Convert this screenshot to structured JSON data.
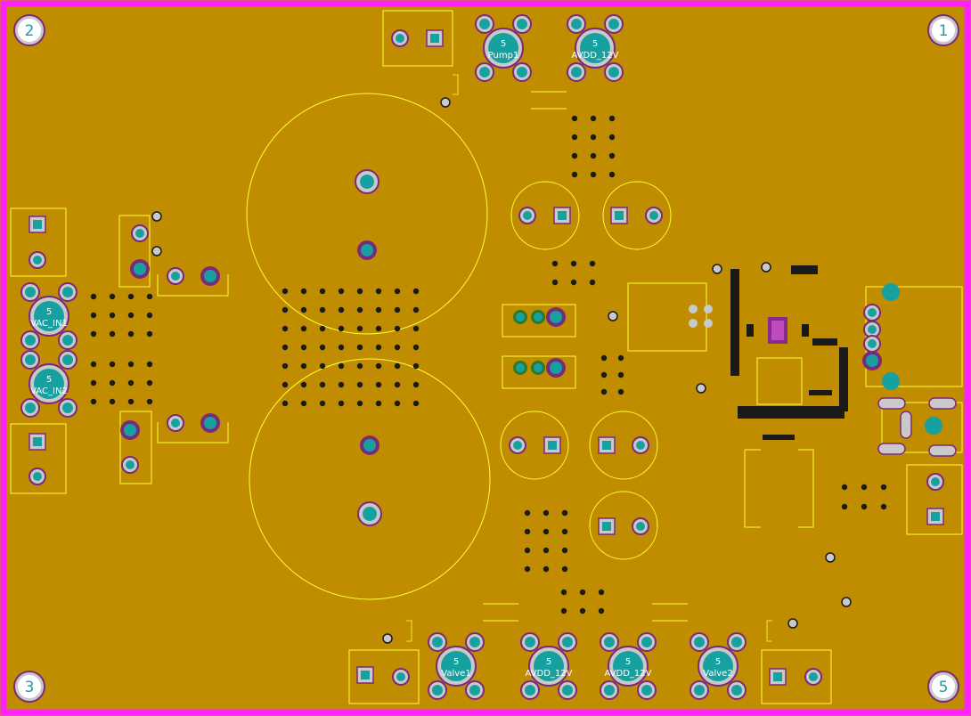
{
  "board": {
    "background_color": "#c08c00",
    "outline_color": "#ff22ff",
    "silkscreen_color": "#ffff33",
    "pad_color": "#16a0a0"
  },
  "mounting_holes": [
    {
      "id": "mh-1",
      "label": "1"
    },
    {
      "id": "mh-2",
      "label": "2"
    },
    {
      "id": "mh-3",
      "label": "3"
    },
    {
      "id": "mh-5",
      "label": "5"
    }
  ],
  "connectors": [
    {
      "id": "pump1",
      "net_number": "5",
      "name": "Pump1"
    },
    {
      "id": "avdd-top",
      "net_number": "5",
      "name": "AVDD_12V"
    },
    {
      "id": "vac-in1",
      "net_number": "5",
      "name": "VAC_IN1"
    },
    {
      "id": "vac-in2",
      "net_number": "5",
      "name": "VAC_IN2"
    },
    {
      "id": "valve1",
      "net_number": "5",
      "name": "Valve1"
    },
    {
      "id": "avdd-bot1",
      "net_number": "5",
      "name": "AVDD_12V"
    },
    {
      "id": "avdd-bot2",
      "net_number": "5",
      "name": "AVDD_12V"
    },
    {
      "id": "valve2",
      "net_number": "5",
      "name": "Valve2"
    }
  ]
}
